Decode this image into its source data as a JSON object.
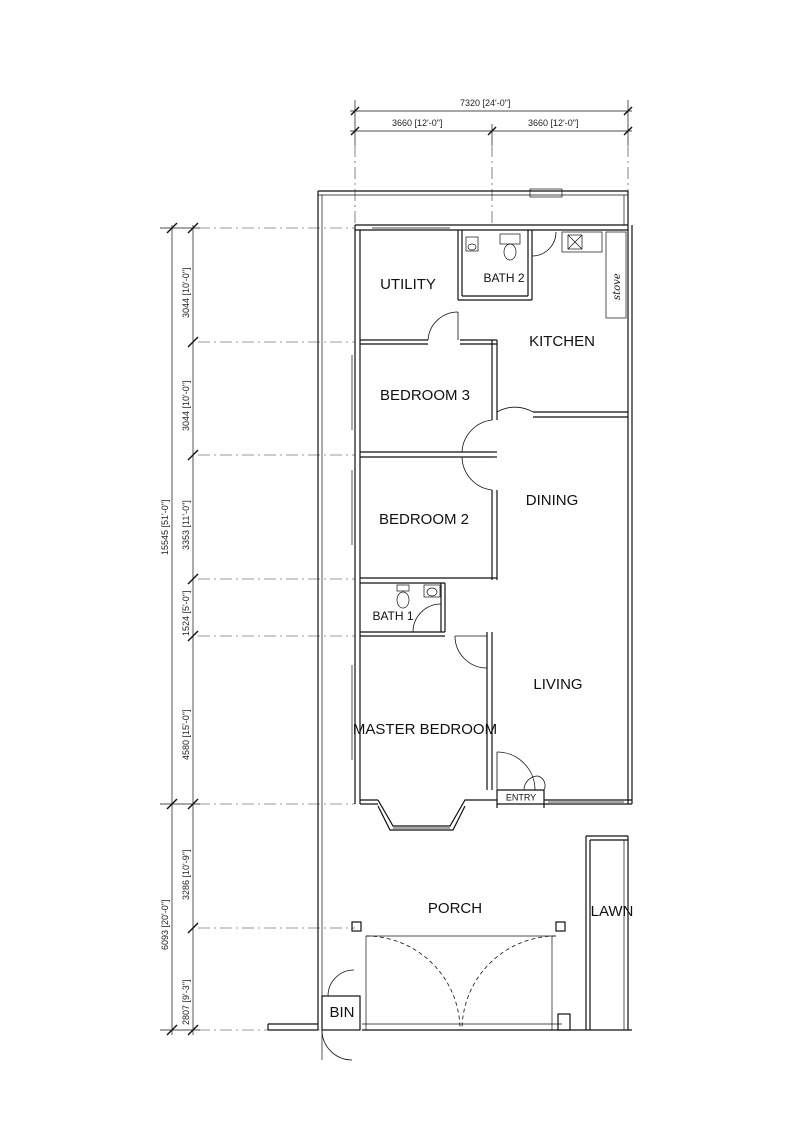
{
  "plan": {
    "rooms": {
      "utility": "UTILITY",
      "bath2": "BATH 2",
      "kitchen": "KITCHEN",
      "bedroom3": "BEDROOM 3",
      "bedroom2": "BEDROOM 2",
      "dining": "DINING",
      "bath1": "BATH 1",
      "living": "LIVING",
      "master": "MASTER BEDROOM",
      "entry": "ENTRY",
      "porch": "PORCH",
      "lawn": "LAWN",
      "bin": "BIN"
    },
    "fixtures": {
      "stove": "stove"
    },
    "dims_top": {
      "total": "7320 [24'-0\"]",
      "left_half": "3660 [12'-0\"]",
      "right_half": "3660 [12'-0\"]"
    },
    "dims_left": {
      "total_house": "15545 [51'-0\"]",
      "total_porch": "6093 [20'-0\"]",
      "seg1": "3044 [10'-0\"]",
      "seg2": "3044 [10'-0\"]",
      "seg3": "3353 [11'-0\"]",
      "seg4": "1524 [5'-0\"]",
      "seg5": "4580 [15'-0\"]",
      "seg6": "3286 [10'-9\"]",
      "seg7": "2807 [9'-3\"]"
    }
  }
}
